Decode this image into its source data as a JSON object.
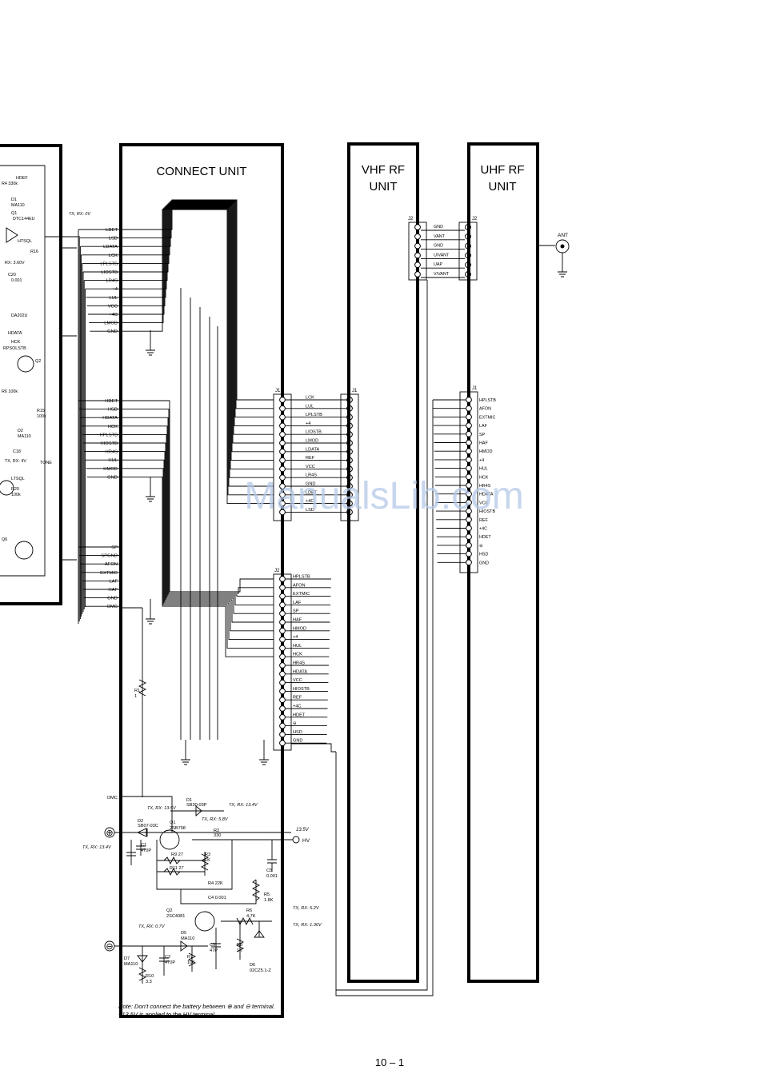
{
  "units": {
    "connect": "CONNECT UNIT",
    "vhf": [
      "VHF RF",
      "UNIT"
    ],
    "uhf": [
      "UHF RF",
      "UNIT"
    ]
  },
  "left_partial": {
    "labels": [
      "HDEF",
      "R4 330k",
      "D1",
      "MA110",
      "Q1",
      "DTC144EU",
      "HTSQL",
      "R16",
      "RX: 3.60V",
      "C20",
      "0.001",
      "DA202U",
      "HDATA",
      "HCK",
      "RPSOLSTB",
      "Q2",
      "R6 100k",
      "R15",
      "100k",
      "D2",
      "MA110",
      "C18",
      "TX, RX: 4V",
      "LTSQL",
      "R20",
      "100k",
      "TONE",
      "Q6"
    ],
    "tx_rx_note": "TX, RX: 0V"
  },
  "connect_pins_top": [
    "LDET",
    "LSD",
    "LDATA",
    "LCK",
    "LPLSTB",
    "LIOSTB",
    "LR4S",
    "+4",
    "LUL",
    "VCC",
    "+4C",
    "LMOD",
    "GND"
  ],
  "connect_pins_mid": [
    "HDET",
    "HSD",
    "HDATA",
    "HCK",
    "HPLSTB",
    "HIOSTB",
    "HR4S",
    "HUL",
    "HMOD",
    "GND"
  ],
  "connect_pins_bottom": [
    "SP",
    "SPGND",
    "AFON",
    "EXTMIC",
    "LAF",
    "HAF",
    "GND",
    "OMC"
  ],
  "connector_labels": {
    "j1": "J1",
    "j2": "J2"
  },
  "j1_pins": [
    "LCK",
    "LUL",
    "LPLSTB",
    "+4",
    "LIOSTB",
    "LMOD",
    "LDATA",
    "REF",
    "VCC",
    "LR4S",
    "GND",
    "LDET",
    "+4C",
    "LSD"
  ],
  "j2_pins": [
    "HPLSTB",
    "AFON",
    "EXTMIC",
    "LAF",
    "SP",
    "HAF",
    "HMOD",
    "+4",
    "HUL",
    "HCK",
    "HR4S",
    "HDATA",
    "VCC",
    "HIOSTB",
    "REF",
    "+4C",
    "HDET",
    "⊖",
    "HSD",
    "GND"
  ],
  "vhf_j2_pins": [
    "GND",
    "VANT",
    "GND",
    "U/VANT",
    "UAP",
    "V/VANT"
  ],
  "uhf_j1_pins": [
    "HPLSTB",
    "AFON",
    "EXTMIC",
    "LAF",
    "SP",
    "HAF",
    "HMOD",
    "+4",
    "HUL",
    "HCK",
    "HR4S",
    "HDATA",
    "VCC",
    "HIOSTB",
    "REF",
    "+4C",
    "HDET",
    "⊖",
    "HSD",
    "GND"
  ],
  "antenna_label": "ANT",
  "power": {
    "omc": "OMC",
    "plus": "⊕",
    "minus": "⊖",
    "hv_volt": "13.5V",
    "hv": "HV",
    "components": [
      "D1",
      "SB30-03P",
      "TX, RX: 13.4V",
      "TX, RX: 13.5V",
      "TX, RX: 5.8V",
      "D2",
      "SB07-03C",
      "Q1",
      "2SB798",
      "R2",
      "330",
      "TX, RX: 13.4V",
      "C1",
      "470P",
      "R9 27",
      "R11 27",
      "R3",
      "1K",
      "C5",
      "0.001",
      "R4 22K",
      "C4 0.001",
      "R5",
      "1.8K",
      "Q2",
      "2SC4081",
      "R6",
      "4.7K",
      "TX, RX: 5.2V",
      "TX, RX: 0.7V",
      "D5",
      "MA110",
      "TX, RX: 1.36V",
      "D7",
      "MA110",
      "C2",
      "470P",
      "R7",
      "100",
      "C3",
      "47P",
      "R8",
      "1K",
      "R10",
      "3.3",
      "D6",
      "02CZ5.1-Z",
      "R1",
      "1"
    ]
  },
  "note": [
    "Note: Don't connect the battery between ⊕ and ⊖ terminal.",
    "+13.5V is applied to the HV terminal."
  ],
  "watermark": "ManualsLib.com",
  "page_number": "10 – 1"
}
